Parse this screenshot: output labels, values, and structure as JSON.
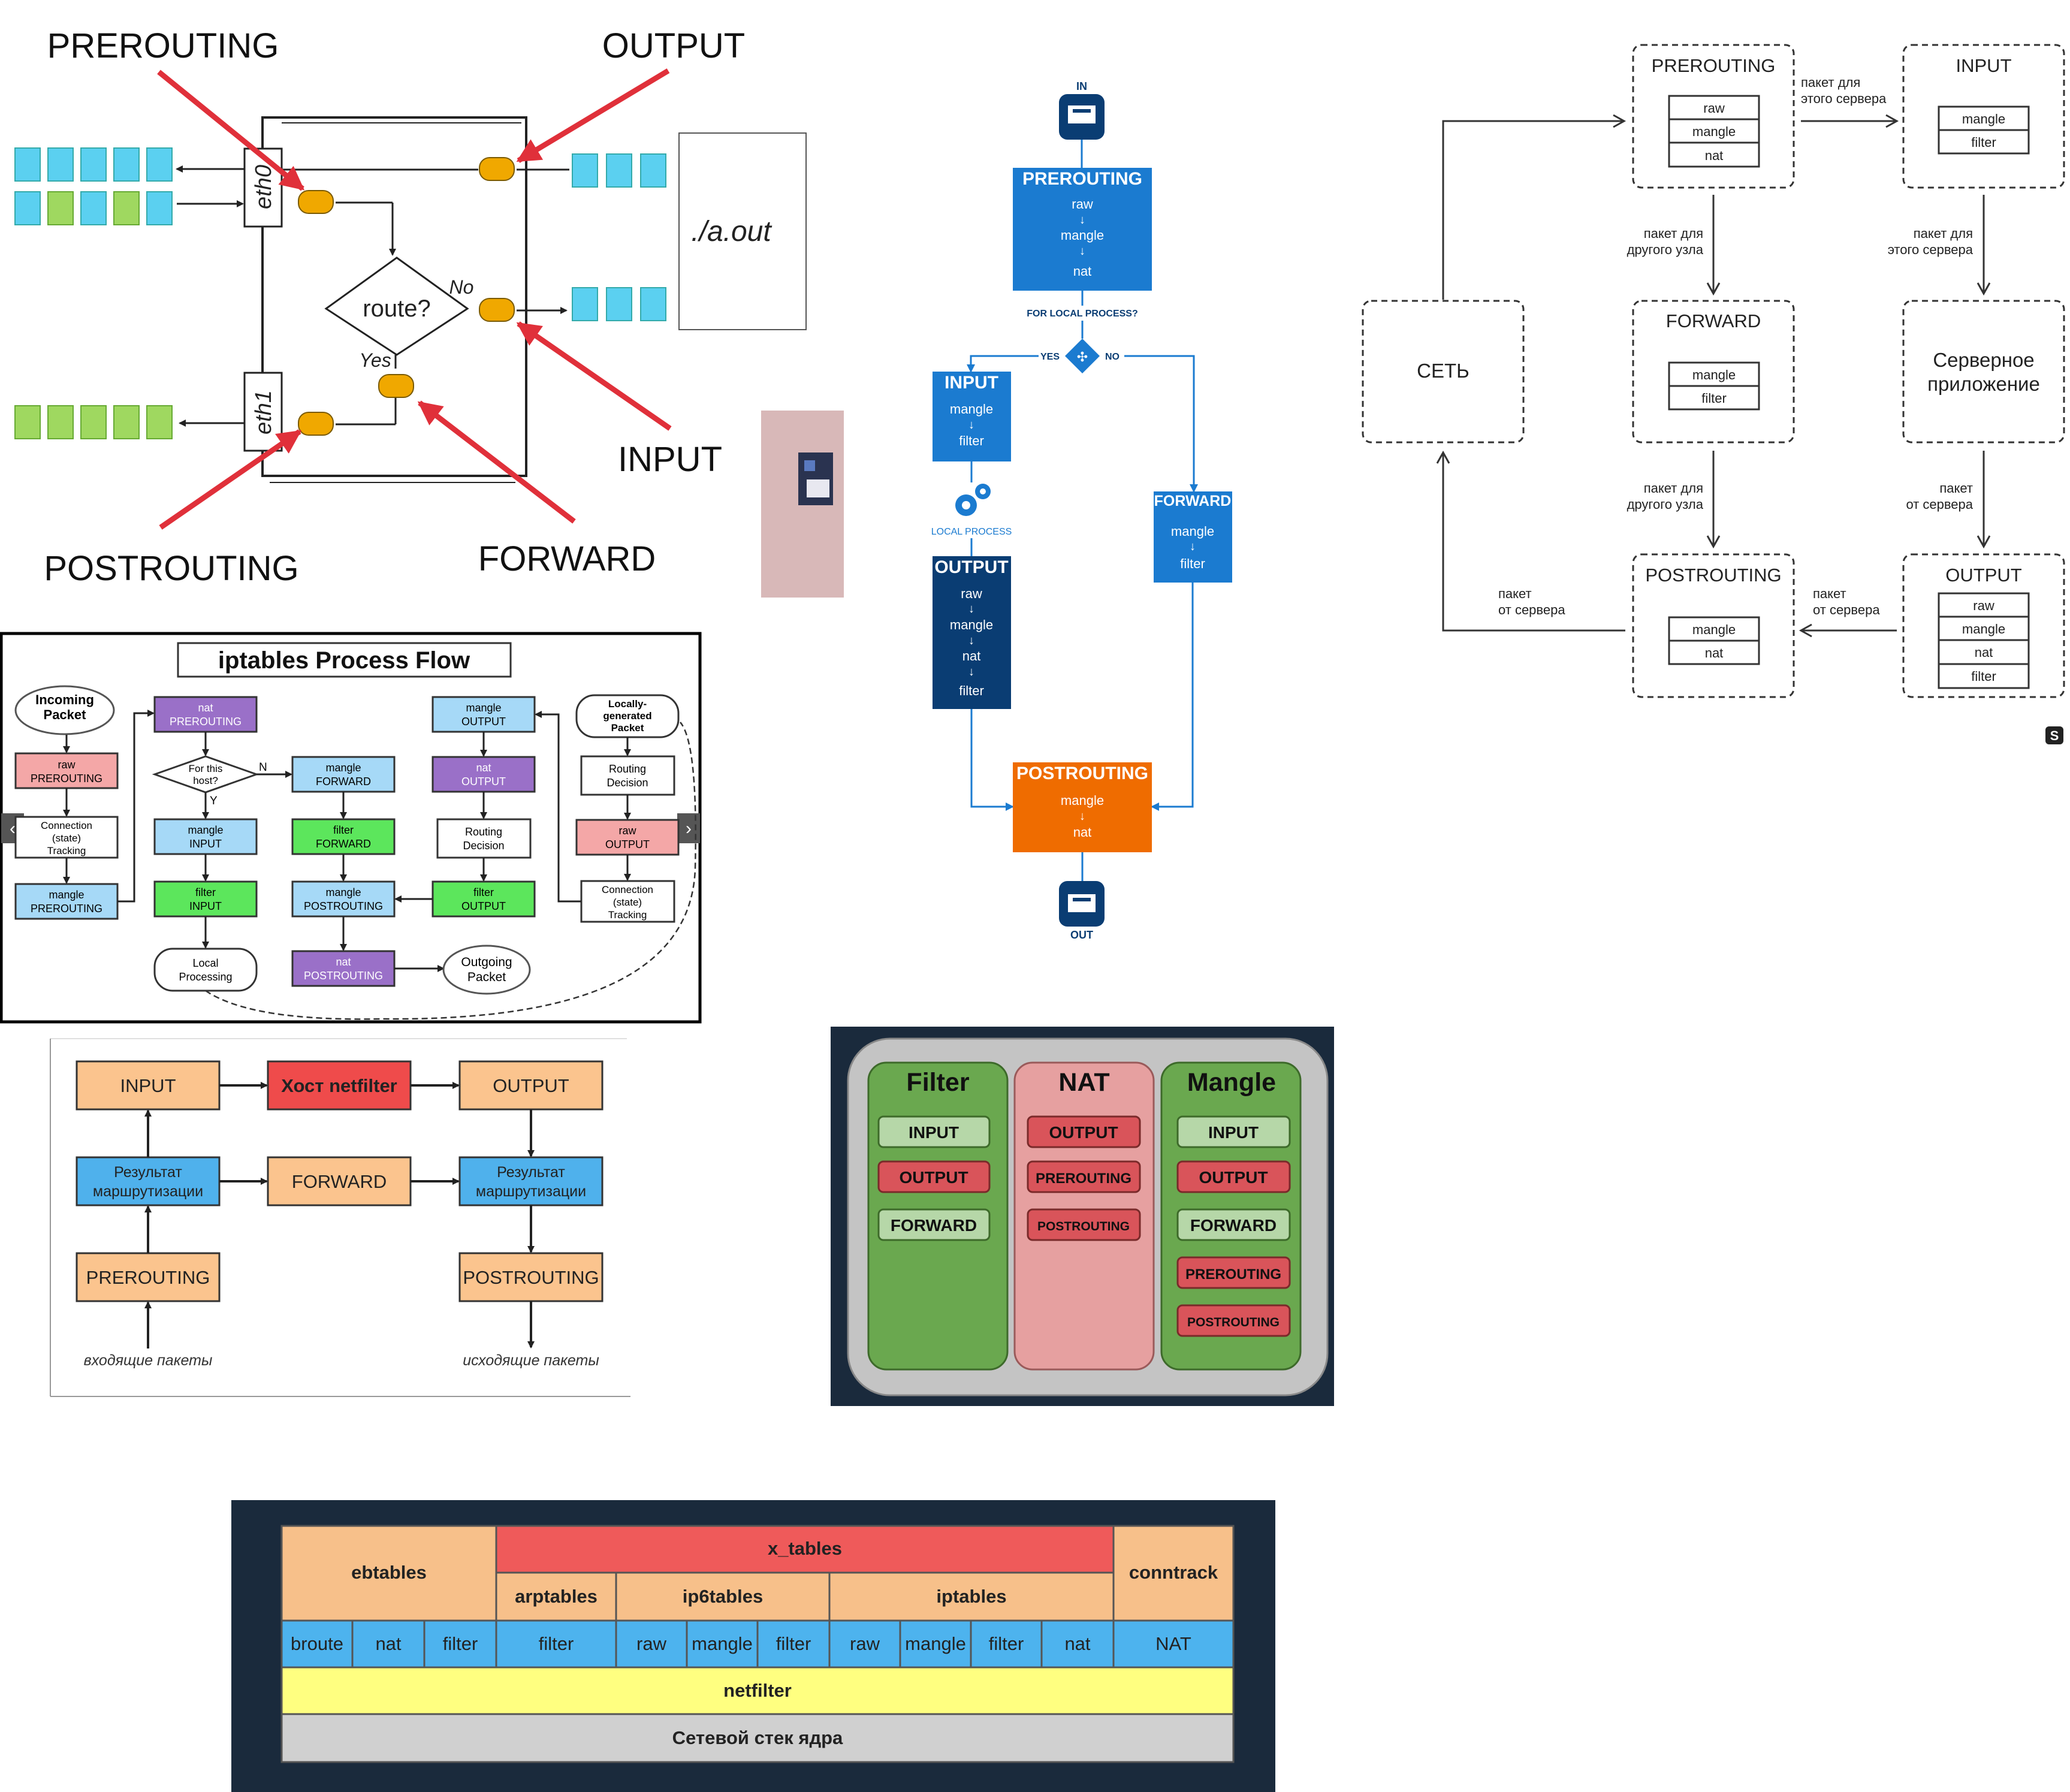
{
  "p1": {
    "labels": {
      "prerouting": "PREROUTING",
      "output": "OUTPUT",
      "input": "INPUT",
      "postrouting": "POSTROUTING",
      "forward": "FORWARD"
    },
    "eth0": "eth0",
    "eth1": "eth1",
    "route": "route?",
    "no": "No",
    "yes": "Yes",
    "app": "./a.out"
  },
  "p2": {
    "in": "IN",
    "out": "OUT",
    "decision": "FOR LOCAL PROCESS?",
    "yes": "YES",
    "no": "NO",
    "local": "LOCAL PROCESS",
    "pre": {
      "title": "PREROUTING",
      "t1": "raw",
      "t2": "mangle",
      "t3": "nat"
    },
    "input": {
      "title": "INPUT",
      "t1": "mangle",
      "t2": "filter"
    },
    "output": {
      "title": "OUTPUT",
      "t1": "raw",
      "t2": "mangle",
      "t3": "nat",
      "t4": "filter"
    },
    "forward": {
      "title": "FORWARD",
      "t1": "mangle",
      "t2": "filter"
    },
    "post": {
      "title": "POSTROUTING",
      "t1": "mangle",
      "t2": "nat"
    }
  },
  "p3": {
    "net": "СЕТЬ",
    "app1": "Серверное",
    "app2": "приложение",
    "badge": "S",
    "pre": {
      "title": "PREROUTING",
      "t1": "raw",
      "t2": "mangle",
      "t3": "nat"
    },
    "input": {
      "title": "INPUT",
      "t1": "mangle",
      "t2": "filter"
    },
    "forward": {
      "title": "FORWARD",
      "t1": "mangle",
      "t2": "filter"
    },
    "post": {
      "title": "POSTROUTING",
      "t1": "mangle",
      "t2": "nat"
    },
    "output": {
      "title": "OUTPUT",
      "t1": "raw",
      "t2": "mangle",
      "t3": "nat",
      "t4": "filter"
    },
    "e1a": "пакет для",
    "e1b": "этого сервера",
    "e2a": "пакет для",
    "e2b": "другого узла",
    "e3a": "пакет для",
    "e3b": "этого сервера",
    "e4a": "пакет для",
    "e4b": "другого узла",
    "e5a": "пакет",
    "e5b": "от сервера",
    "e6a": "пакет",
    "e6b": "от сервера",
    "e7a": "пакет",
    "e7b": "от сервера"
  },
  "p4": {
    "title": "iptables  Process Flow",
    "incoming1": "Incoming",
    "incoming2": "Packet",
    "rawpre1": "raw",
    "rawpre2": "PREROUTING",
    "conn1": "Connection",
    "conn2": "(state)",
    "conn3": "Tracking",
    "manglepre1": "mangle",
    "manglepre2": "PREROUTING",
    "natpre1": "nat",
    "natpre2": "PREROUTING",
    "host1": "For this",
    "host2": "host?",
    "n": "N",
    "y": "Y",
    "mangin1": "mangle",
    "mangin2": "INPUT",
    "filtin1": "filter",
    "filtin2": "INPUT",
    "localp1": "Local",
    "localp2": "Processing",
    "mangfwd1": "mangle",
    "mangfwd2": "FORWARD",
    "filtfwd1": "filter",
    "filtfwd2": "FORWARD",
    "mangpost1": "mangle",
    "mangpost2": "POSTROUTING",
    "natpost1": "nat",
    "natpost2": "POSTROUTING",
    "outgoing1": "Outgoing",
    "outgoing2": "Packet",
    "mangout1": "mangle",
    "mangout2": "OUTPUT",
    "natout1": "nat",
    "natout2": "OUTPUT",
    "route1a": "Routing",
    "route1b": "Decision",
    "filtout1": "filter",
    "filtout2": "OUTPUT",
    "locgen1": "Locally-",
    "locgen2": "generated",
    "locgen3": "Packet",
    "route2a": "Routing",
    "route2b": "Decision",
    "rawout1": "raw",
    "rawout2": "OUTPUT",
    "conn2a": "Connection",
    "conn2b": "(state)",
    "conn2c": "Tracking",
    "navl": "‹",
    "navr": "›"
  },
  "p5": {
    "input": "INPUT",
    "host": "Хост netfilter",
    "output": "OUTPUT",
    "route1a": "Результат",
    "route1b": "маршрутизации",
    "forward": "FORWARD",
    "route2a": "Результат",
    "route2b": "маршрутизации",
    "prerouting": "PREROUTING",
    "postrouting": "POSTROUTING",
    "incoming": "входящие пакеты",
    "outgoing": "исходящие пакеты"
  },
  "p6": {
    "filter": {
      "title": "Filter",
      "items": [
        "INPUT",
        "OUTPUT",
        "FORWARD"
      ]
    },
    "nat": {
      "title": "NAT",
      "items": [
        "OUTPUT",
        "PREROUTING",
        "POSTROUTING"
      ]
    },
    "mangle": {
      "title": "Mangle",
      "items": [
        "INPUT",
        "OUTPUT",
        "FORWARD",
        "PREROUTING",
        "POSTROUTING"
      ]
    }
  },
  "p7": {
    "ebtables": "ebtables",
    "xtables": "x_tables",
    "conntrack": "conntrack",
    "arptables": "arptables",
    "ip6tables": "ip6tables",
    "iptables": "iptables",
    "cells": [
      "broute",
      "nat",
      "filter",
      "filter",
      "raw",
      "mangle",
      "filter",
      "raw",
      "mangle",
      "filter",
      "nat",
      "NAT"
    ],
    "netfilter": "netfilter",
    "kernel": "Сетевой стек ядра"
  },
  "colors": {
    "p2_blue": "#1b7bd0",
    "p2_dark": "#0a3d73",
    "p2_orange": "#ef6c00",
    "p6_green": "#6aa84f",
    "p6_red": "#d9545a",
    "p6_pink": "#e6a0a0",
    "p7_orange": "#f7c08a",
    "p7_red": "#ef5a5a",
    "p7_blue": "#4db3ee",
    "p7_yellow": "#ffff80",
    "p7_gray": "#d0d0d0"
  }
}
